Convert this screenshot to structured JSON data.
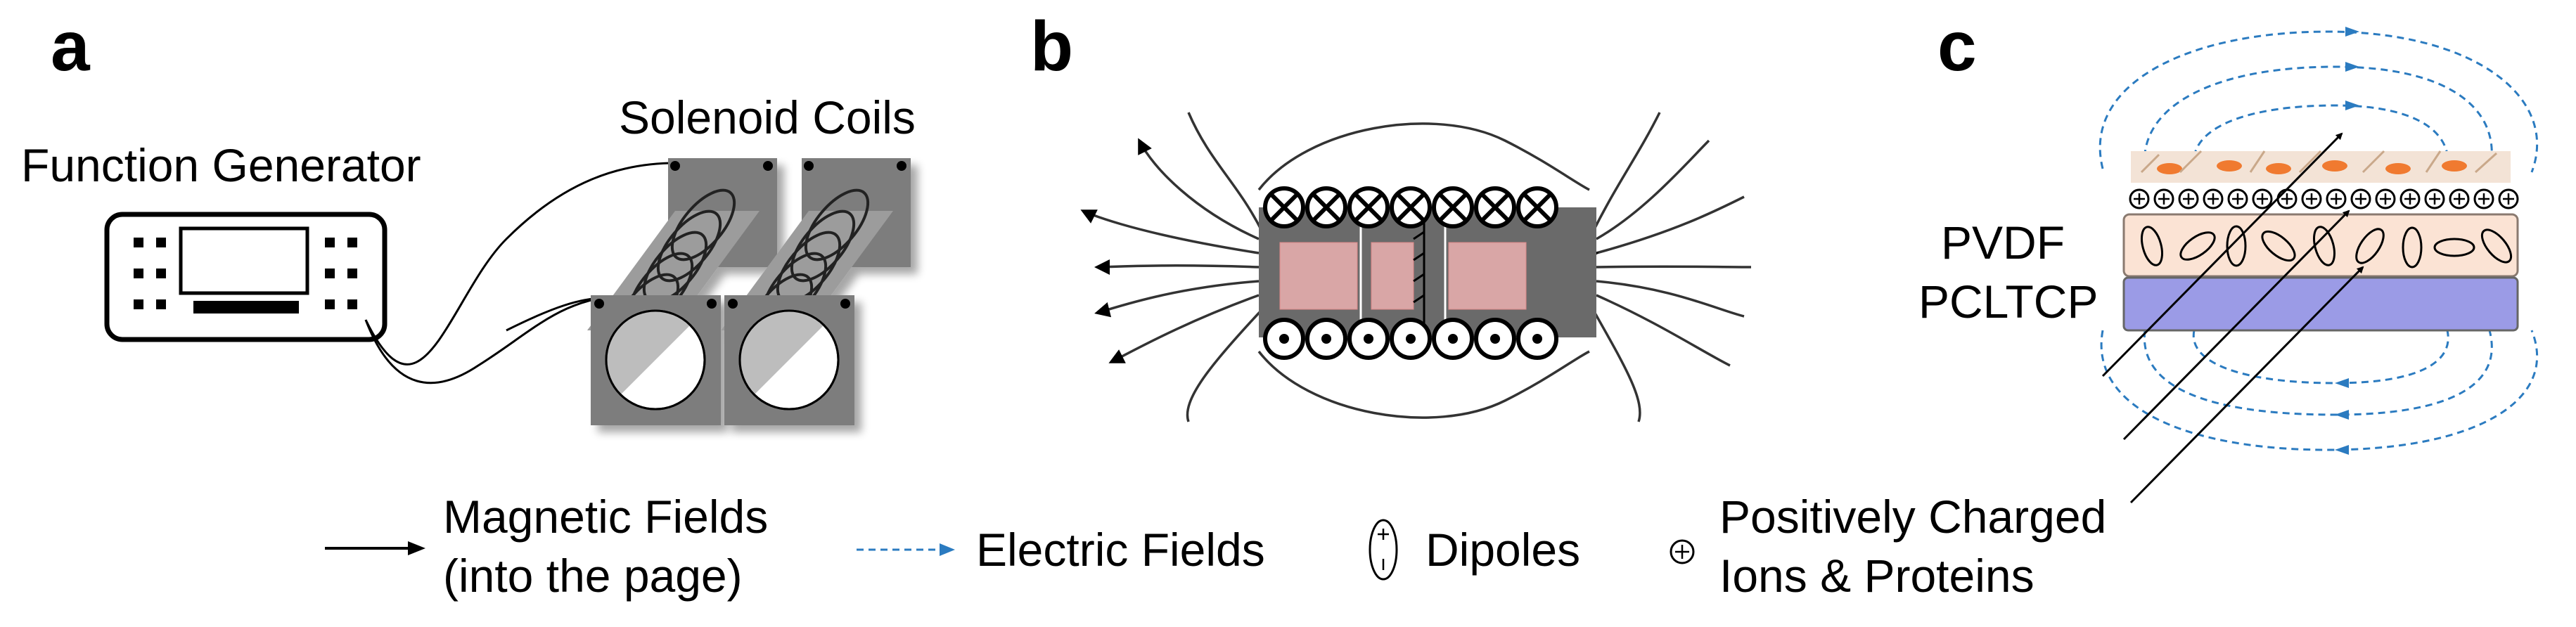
{
  "panels": {
    "a": {
      "letter": "a",
      "function_generator_label": "Function  Generator",
      "solenoid_label": "Solenoid Coils"
    },
    "b": {
      "letter": "b"
    },
    "c": {
      "letter": "c",
      "layer_top": "PVDF",
      "layer_bottom": "PCLTCP"
    }
  },
  "legend": {
    "magnetic_line1": "Magnetic Fields",
    "magnetic_line2": "(into the page)",
    "electric": "Electric Fields",
    "dipoles": "Dipoles",
    "charged_line1": "Positively Charged",
    "charged_line2": "Ions & Proteins"
  },
  "colors": {
    "electric_field": "#2b7bc0",
    "coil_gray": "#7d7d7d",
    "pvdf_fill": "#fbe3d4",
    "pcltcp_fill": "#9b9be6",
    "cell_orange": "#f07a30"
  }
}
